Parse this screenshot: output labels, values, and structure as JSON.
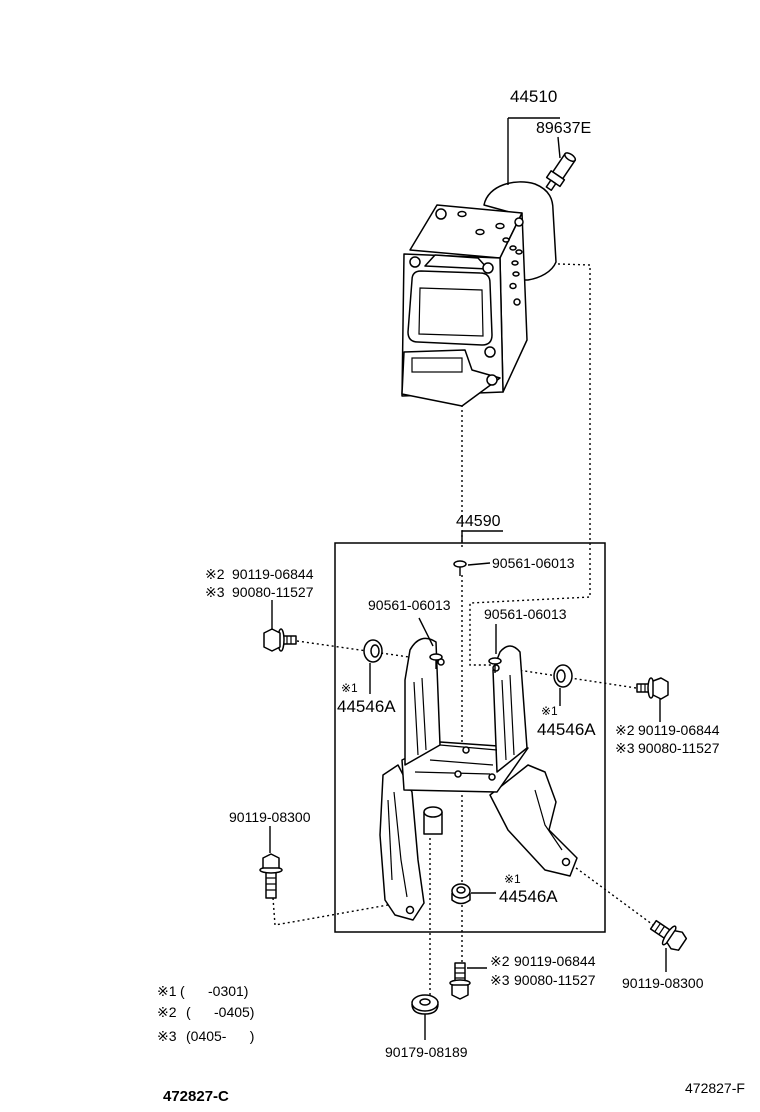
{
  "actuator": {
    "part_no": "44510"
  },
  "sensor": {
    "part_no": "89637E"
  },
  "bracket": {
    "part_no": "44590"
  },
  "screws": [
    {
      "part_no": "90561-06013"
    },
    {
      "part_no": "90561-06013"
    },
    {
      "part_no": "90561-06013"
    }
  ],
  "grommets": [
    {
      "mark": "※1",
      "part_no": "44546A"
    },
    {
      "mark": "※1",
      "part_no": "44546A"
    },
    {
      "mark": "※1",
      "part_no": "44546A"
    }
  ],
  "mount_bolts": [
    {
      "options": [
        {
          "mark": "※2",
          "part_no": "90119-06844"
        },
        {
          "mark": "※3",
          "part_no": "90080-11527"
        }
      ]
    },
    {
      "options": [
        {
          "mark": "※2",
          "part_no": "90119-06844"
        },
        {
          "mark": "※3",
          "part_no": "90080-11527"
        }
      ]
    },
    {
      "options": [
        {
          "mark": "※2",
          "part_no": "90119-06844"
        },
        {
          "mark": "※3",
          "part_no": "90080-11527"
        }
      ]
    }
  ],
  "bracket_bolts": [
    {
      "part_no": "90119-08300"
    },
    {
      "part_no": "90119-08300"
    }
  ],
  "bottom_grommet": {
    "part_no": "90179-08189"
  },
  "notes": [
    {
      "mark": "※1",
      "range": "(      -0301)"
    },
    {
      "mark": "※2",
      "range": "(      -0405)"
    },
    {
      "mark": "※3",
      "range": "(0405-      )"
    }
  ],
  "illustration_codes": [
    "472827-C",
    "472827-F"
  ]
}
